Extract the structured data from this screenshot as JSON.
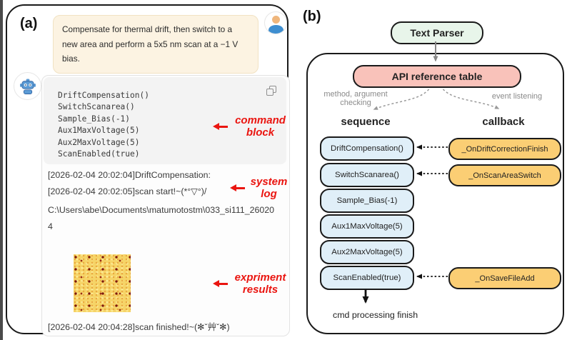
{
  "panel_a": {
    "label": "(a)",
    "user_message": "Compensate for thermal drift, then switch to a new area and perform a 5x5 nm scan at a −1 V bias.",
    "command_block_lines": [
      "DriftCompensation()",
      "SwitchScanarea()",
      "Sample_Bias(-1)",
      "Aux1MaxVoltage(5)",
      "Aux2MaxVoltage(5)",
      "ScanEnabled(true)"
    ],
    "log_line_1": "[2026-02-04 20:02:04]DriftCompensation:",
    "log_line_2": "[2026-02-04 20:02:05]scan start!~(*°▽°)/",
    "file_path": "C:\\Users\\abe\\Documents\\matumotostm\\033_si111_260204",
    "log_finish": "[2026-02-04 20:04:28]scan finished!~(✻ˇ艸ˇ✻)",
    "annotations": {
      "command": "command block",
      "log": "system log",
      "results": "expriment results"
    }
  },
  "panel_b": {
    "label": "(b)",
    "text_parser": "Text Parser",
    "api_table": "API reference table",
    "method_label": "method, argument\nchecking",
    "event_label": "event listening",
    "sequence_header": "sequence",
    "callback_header": "callback",
    "sequence_items": [
      "DriftCompensation()",
      "SwitchScanarea()",
      "Sample_Bias(-1)",
      "Aux1MaxVoltage(5)",
      "Aux2MaxVoltage(5)",
      "ScanEnabled(true)"
    ],
    "callback_items": [
      "_OnDriftCorrectionFinish",
      "_OnScanAreaSwitch",
      "_OnSaveFileAdd"
    ],
    "footer": "cmd processing finish"
  },
  "colors": {
    "annotation_red": "#ea1510",
    "text_parser_bg": "#e8f5ea",
    "api_table_bg": "#f9c2ba",
    "sequence_box_bg": "#e0eff8",
    "callback_box_bg": "#fbce74",
    "user_bubble_bg": "#fcf3e2",
    "command_block_bg": "#f3f3f3"
  }
}
